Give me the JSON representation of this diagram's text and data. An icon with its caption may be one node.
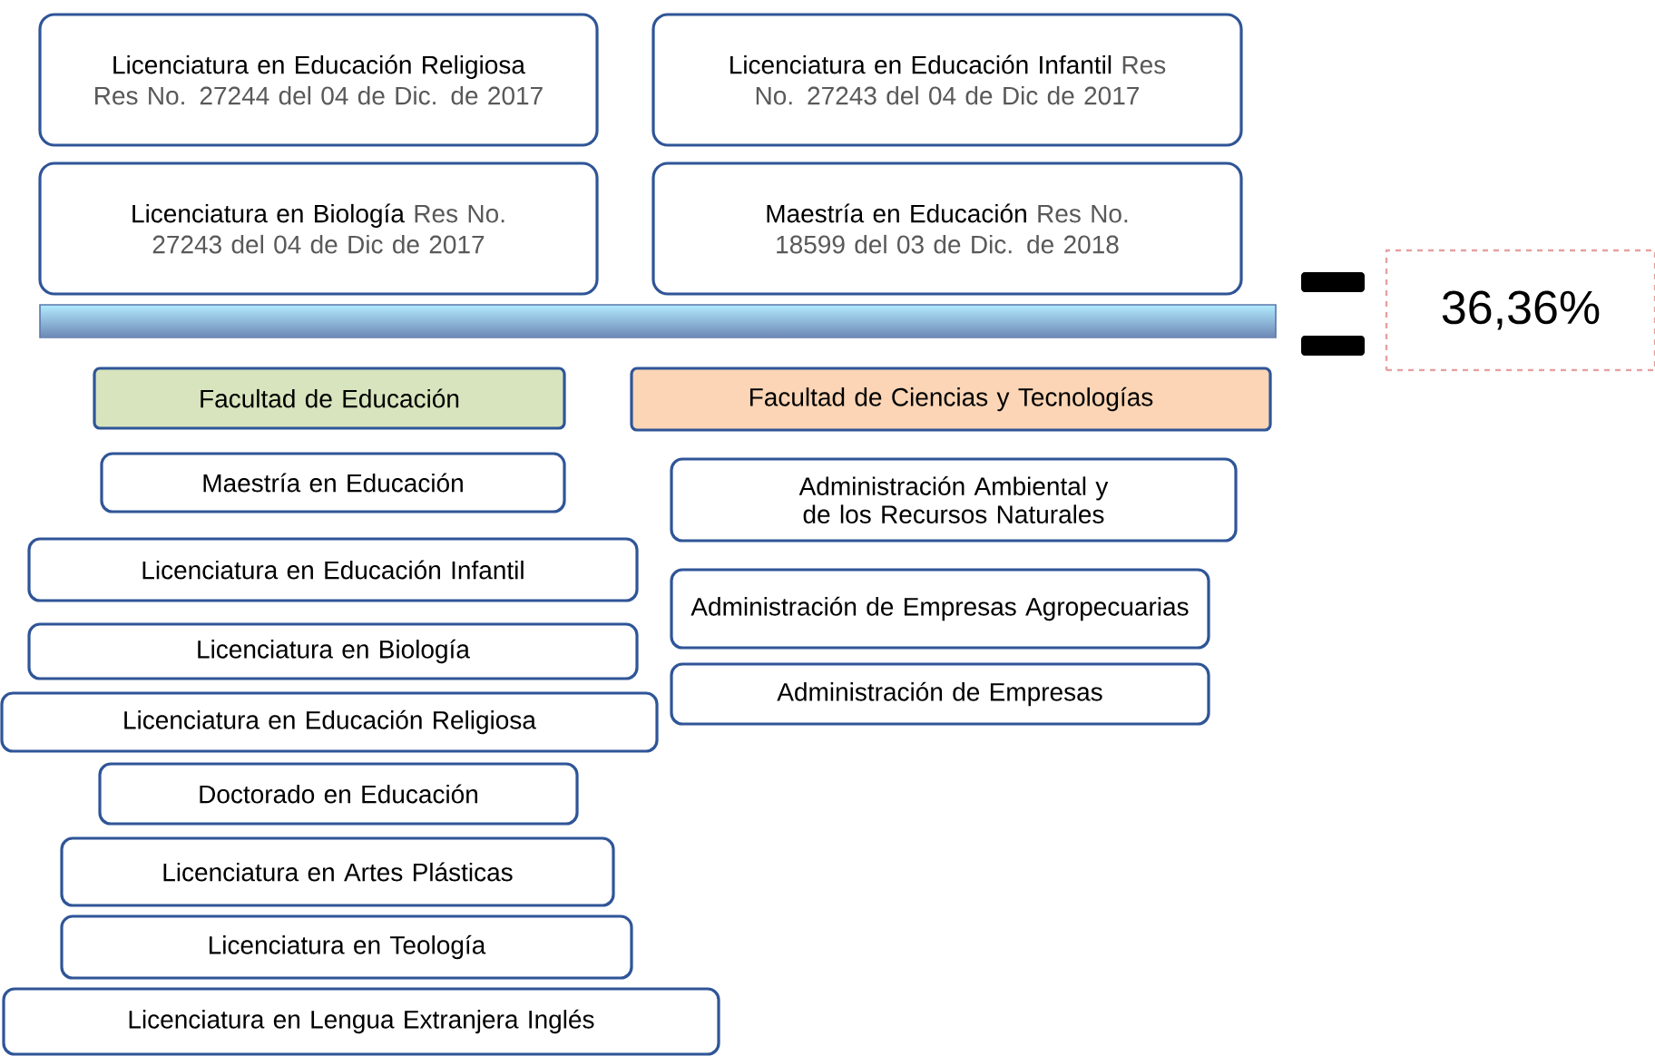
{
  "diagram": {
    "nodes": [
      {
        "text": [
          "Licenciatura en Educación Religiosa",
          "Res No. 27244  del 04 de Dic. de 2017"
        ]
      },
      {
        "text": [
          "Licenciatura en Educación Infantil",
          "Res No. 27243 del 04 de Dic de 2017"
        ]
      },
      {
        "text": [
          "Licenciatura en Biología",
          "Res No. 27243 del 04 de Dic de 2017"
        ]
      },
      {
        "text": [
          "Maestría en Educación",
          "Res No. 18599 del 03 de Dic. de 2018"
        ]
      },
      {
        "text": [
          "36,36%"
        ]
      },
      {
        "text": [
          "Facultad de Educación"
        ]
      },
      {
        "text": [
          "Facultad de Ciencias y Tecnologías"
        ]
      },
      {
        "text": [
          "Maestría en Educación"
        ]
      },
      {
        "text": [
          "Licenciatura en Educación Infantil"
        ]
      },
      {
        "text": [
          "Licenciatura en Biología"
        ]
      },
      {
        "text": [
          "Licenciatura en Educación Religiosa"
        ]
      },
      {
        "text": [
          "Doctorado en Educación"
        ]
      },
      {
        "text": [
          "Licenciatura en Artes Plásticas"
        ]
      },
      {
        "text": [
          "Licenciatura en Teología"
        ]
      },
      {
        "text": [
          "Licenciatura en Lengua Extranjera Inglés"
        ]
      },
      {
        "text": [
          "Administración Ambiental y de los Recursos Naturales"
        ]
      },
      {
        "text": [
          "Administración  de Empresas Agropecuarias"
        ]
      },
      {
        "text": [
          "Administración  de Empresas"
        ]
      }
    ]
  }
}
